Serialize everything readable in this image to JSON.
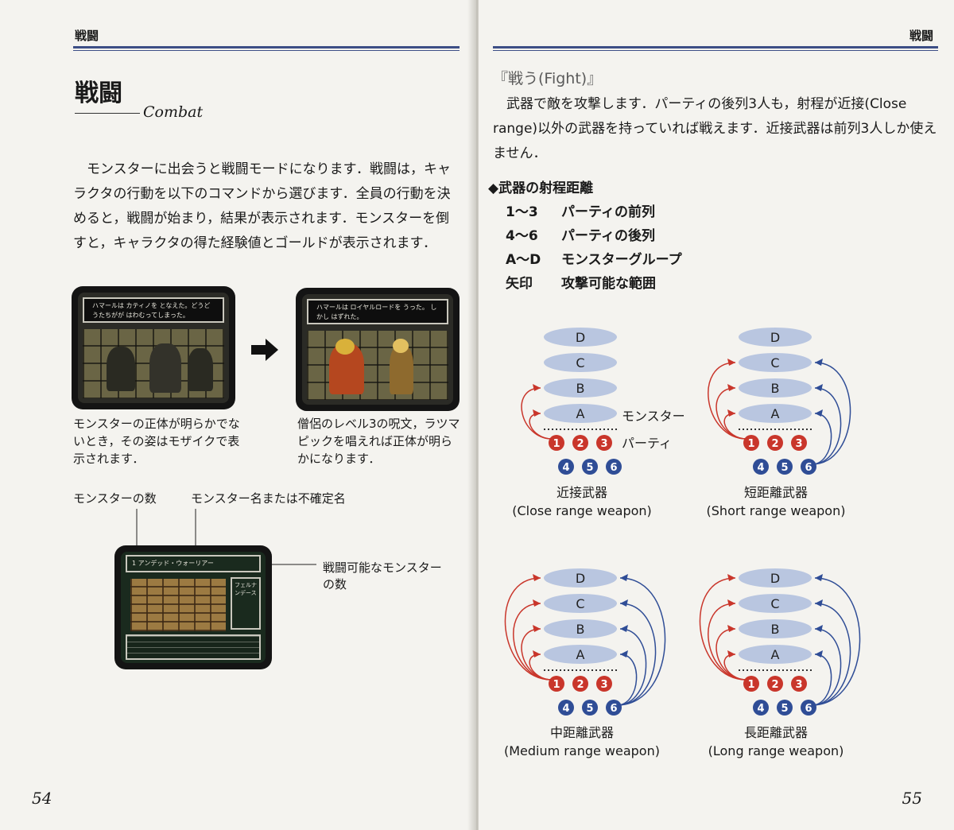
{
  "left_page": {
    "header": "戦闘",
    "title": "戦闘",
    "subtitle": "Combat",
    "body": "モンスターに出会うと戦闘モードになります．戦闘は，キャラクタの行動を以下のコマンドから選びます．全員の行動を決めると，戦闘が始まり，結果が表示されます．モンスターを倒すと，キャラクタの得た経験値とゴールドが表示されます．",
    "screen1_msg": "ハマールは カティノを となえた。どうどうたちがが はわむってしまった。",
    "screen2_msg": "ハマールは ロイヤルロードを うった。 しかし はずれた。",
    "caption1": "モンスターの正体が明らかでないとき，その姿はモザイクで表示されます．",
    "caption2": "僧侶のレベル3の呪文，ラツマピックを唱えれば正体が明らかになります．",
    "label_count": "モンスターの数",
    "label_name": "モンスター名または不確定名",
    "label_fightable": "戦闘可能なモンスターの数",
    "screen3_top": "1 アンデッド・ウォーリアー",
    "screen3_side": "フェルナンデース",
    "page_number": "54"
  },
  "right_page": {
    "header": "戦闘",
    "fight_heading": "『戦う(Fight)』",
    "fight_body": "武器で敵を攻撃します．パーティの後列3人も，射程が近接(Close range)以外の武器を持っていれば戦えます．近接武器は前列3人しか使えません．",
    "range_heading": "◆武器の射程距離",
    "range_items": [
      {
        "key": "1～3",
        "value": "パーティの前列"
      },
      {
        "key": "4～6",
        "value": "パーティの後列"
      },
      {
        "key": "A～D",
        "value": "モンスターグループ"
      },
      {
        "key": "矢印",
        "value": "攻撃可能な範囲"
      }
    ],
    "groups": [
      "D",
      "C",
      "B",
      "A"
    ],
    "front_row": [
      "1",
      "2",
      "3"
    ],
    "back_row": [
      "4",
      "5",
      "6"
    ],
    "label_monster": "モンスター",
    "label_party": "パーティ",
    "weapons": [
      {
        "jp": "近接武器",
        "en": "(Close range weapon)"
      },
      {
        "jp": "短距離武器",
        "en": "(Short range weapon)"
      },
      {
        "jp": "中距離武器",
        "en": "(Medium range weapon)"
      },
      {
        "jp": "長距離武器",
        "en": "(Long range weapon)"
      }
    ],
    "page_number": "55"
  },
  "colors": {
    "accent_rule": "#3c4e86",
    "party_front": "#c9362b",
    "party_back": "#2f4d96",
    "group_ellipse": "#b9c6e0",
    "arrow_red": "#c9362b",
    "arrow_blue": "#2f4d96"
  }
}
